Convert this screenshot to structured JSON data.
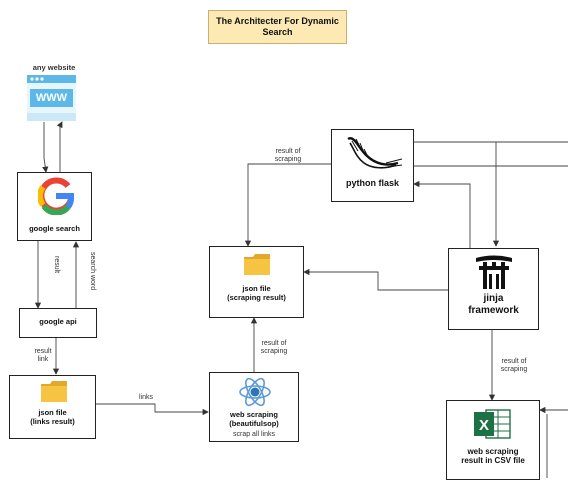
{
  "title": "The Architecter For Dynamic Search",
  "nodes": {
    "any_website": {
      "label": "any website",
      "icon_text": "WWW"
    },
    "google_search": {
      "label": "google search"
    },
    "google_api": {
      "label": "google api"
    },
    "json_links": {
      "label": "json file\n(links result)"
    },
    "web_scraping": {
      "label": "web scraping\n(beautifulsop)",
      "sublabel": "scrap all links"
    },
    "json_scraping": {
      "label": "json file\n(scraping result)"
    },
    "python_flask": {
      "label": "python flask"
    },
    "jinja": {
      "label": "jinja\nframework"
    },
    "csv": {
      "label": "web scraping\nresult in CSV file"
    }
  },
  "edges": {
    "result": "result",
    "search_word": "search word",
    "result_link": "result\nlink",
    "links": "links",
    "result_of_scraping_1": "result of\nscraping",
    "result_of_scraping_2": "result of\nscraping",
    "result_of_scraping_3": "result of\nscraping"
  },
  "colors": {
    "title_bg": "#fce9b3",
    "www_blue": "#5bb8e8",
    "folder_yellow": "#f6c343",
    "excel_green": "#1e7145"
  }
}
